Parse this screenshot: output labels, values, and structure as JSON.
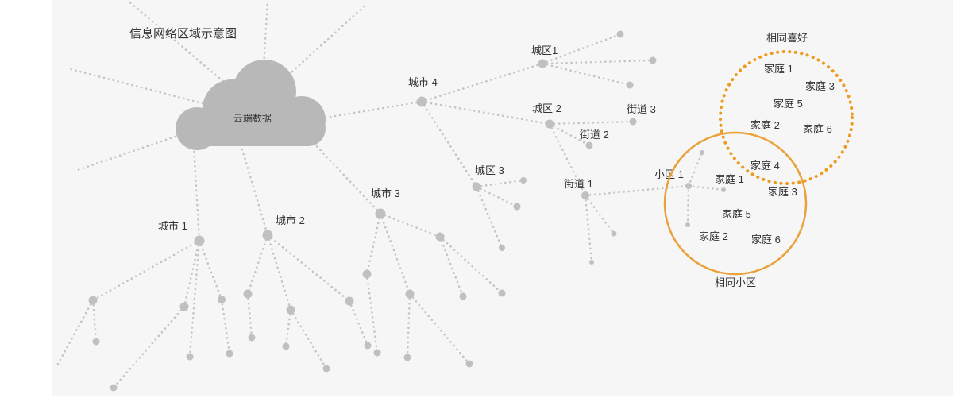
{
  "title": "信息网络区域示意图",
  "cloud_label": "云端数据",
  "nodes": {
    "city1": "城市 1",
    "city2": "城市 2",
    "city3": "城市 3",
    "city4": "城市 4",
    "district1": "城区1",
    "district2": "城区 2",
    "district3": "城区 3",
    "street1": "街道 1",
    "street2": "街道 2",
    "street3": "街道 3",
    "community1": "小区 1"
  },
  "hobby_group": {
    "title": "相同喜好",
    "families": [
      "家庭 1",
      "家庭 3",
      "家庭 5",
      "家庭 2",
      "家庭 6",
      "家庭 4"
    ]
  },
  "community_group": {
    "title": "相同小区",
    "families": [
      "家庭 1",
      "家庭 3",
      "家庭 5",
      "家庭 2",
      "家庭 6"
    ]
  },
  "colors": {
    "background": "#f6f6f6",
    "cloud": "#b8b8b8",
    "dots": "#c0c0c0",
    "hobby_circle": "#ee9a1e",
    "community_circle": "#eaa23a",
    "text": "#333333"
  }
}
